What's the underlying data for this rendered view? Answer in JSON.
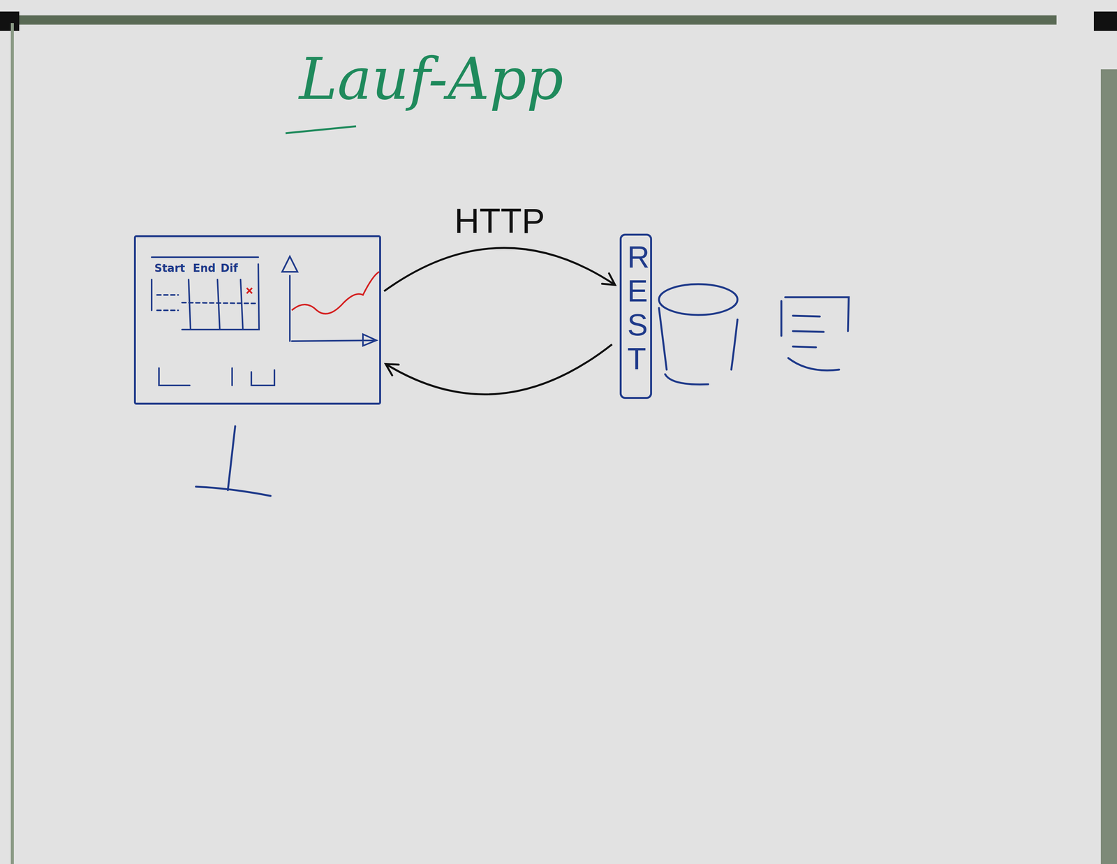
{
  "diagram": {
    "title": "Lauf-App",
    "nodes": [
      {
        "text": [
          "Start",
          "End",
          "Dif"
        ]
      },
      {
        "text": [
          "REST"
        ]
      }
    ],
    "edges": [
      {
        "from": 0,
        "to": 1,
        "label": "HTTP",
        "arrow": "to"
      },
      {
        "from": 1,
        "to": 0,
        "arrow": "to"
      }
    ]
  }
}
